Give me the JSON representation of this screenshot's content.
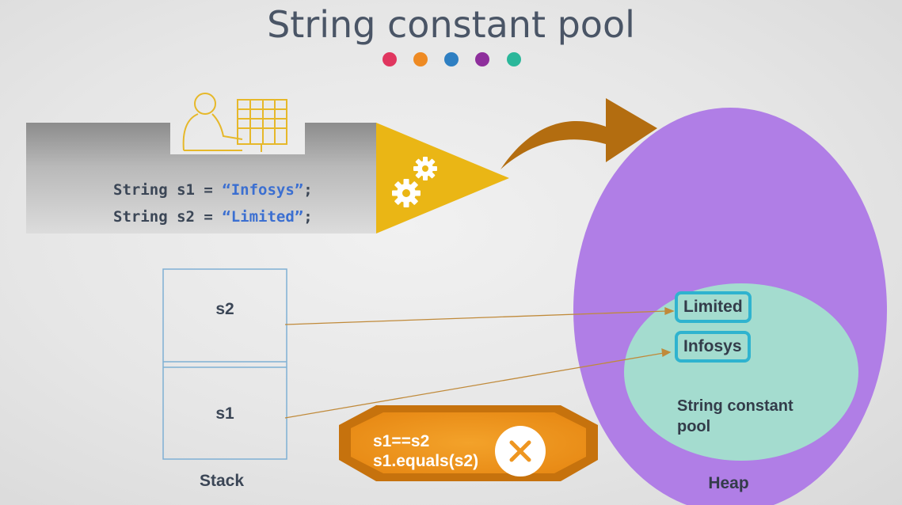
{
  "title": "String constant pool",
  "dot_colors": [
    "#e0365f",
    "#ee8a23",
    "#2e7fc2",
    "#8e2f9c",
    "#2bb79a"
  ],
  "code": {
    "line1": {
      "prefix": "String s1 = ",
      "literal": "“Infosys”",
      "suffix": ";"
    },
    "line2": {
      "prefix": "String s2 = ",
      "literal": "“Limited”",
      "suffix": ";"
    }
  },
  "stack": {
    "label": "Stack",
    "cells": [
      {
        "name": "s2"
      },
      {
        "name": "s1"
      }
    ]
  },
  "heap": {
    "label": "Heap",
    "pool_label_line1": "String constant",
    "pool_label_line2": "pool",
    "pool_strings": [
      "Limited",
      "Infosys"
    ]
  },
  "comparison": {
    "line1": "s1==s2",
    "line2": "s1.equals(s2)",
    "result_icon": "cross-icon"
  },
  "colors": {
    "heap": "#b07ee6",
    "pool": "#a4dccf",
    "pool_border": "#2fb3cf",
    "compiler_triangle": "#eab615",
    "arrow": "#b36d10",
    "comparison_badge": "#ee9620"
  }
}
